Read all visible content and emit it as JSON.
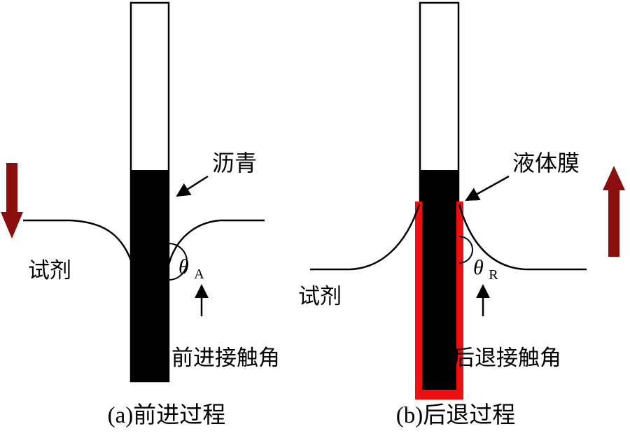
{
  "figure": {
    "panel_a": {
      "caption": "(a)前进过程",
      "reagent_label": "试剂",
      "pointer_label": "沥青",
      "angle_symbol": "θ",
      "angle_subscript": "A",
      "angle_caption": "前进接触角"
    },
    "panel_b": {
      "caption": "(b)后退过程",
      "reagent_label": "试剂",
      "pointer_label": "液体膜",
      "angle_symbol": "θ",
      "angle_subscript": "R",
      "angle_caption": "后退接触角"
    },
    "colors": {
      "rod_black": "#000000",
      "film_red": "#ee1010",
      "motion_arrow": "#8b0e0e",
      "line": "#000000",
      "background": "#ffffff"
    }
  }
}
